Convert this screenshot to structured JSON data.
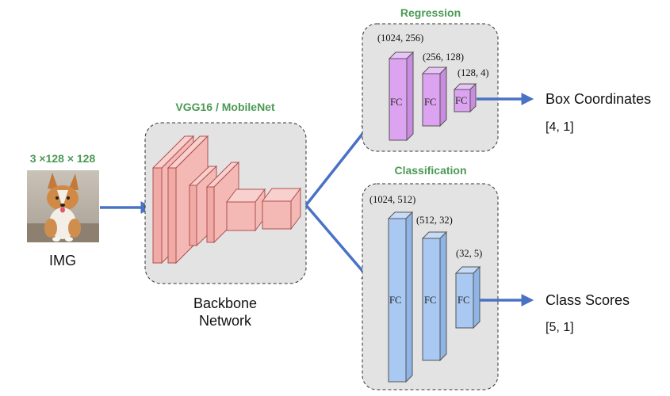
{
  "input": {
    "dims": "3 ×128 × 128",
    "label": "IMG"
  },
  "backbone": {
    "title": "VGG16 / MobileNet",
    "label_line1": "Backbone",
    "label_line2": "Network",
    "fill_color": "#f4b9b5",
    "stroke_color": "#b05050"
  },
  "regression": {
    "title": "Regression",
    "layers": [
      {
        "dims": "(1024, 256)",
        "text": "FC"
      },
      {
        "dims": "(256, 128)",
        "text": "FC"
      },
      {
        "dims": "(128, 4)",
        "text": "FC"
      }
    ],
    "output_label": "Box Coordinates",
    "output_shape": "[4, 1]",
    "fill_color": "#dca4f0"
  },
  "classification": {
    "title": "Classification",
    "layers": [
      {
        "dims": "(1024, 512)",
        "text": "FC"
      },
      {
        "dims": "(512, 32)",
        "text": "FC"
      },
      {
        "dims": "(32, 5)",
        "text": "FC"
      }
    ],
    "output_label": "Class Scores",
    "output_shape": "[5, 1]",
    "fill_color": "#a9c8f2"
  },
  "colors": {
    "arrow": "#4a72c4",
    "panel_fill": "#e3e3e3",
    "title_green": "#4a9a54"
  }
}
